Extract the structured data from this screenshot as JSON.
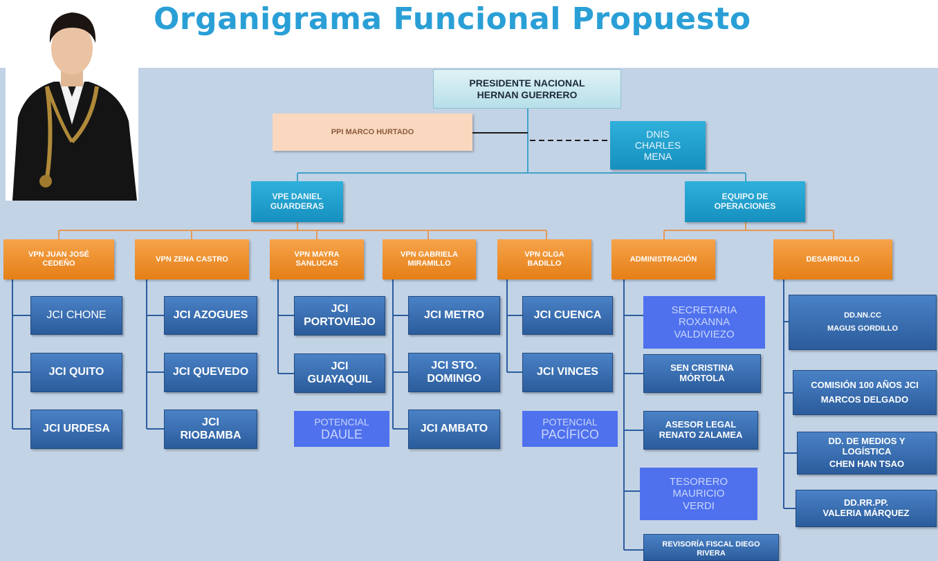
{
  "title": "Organigrama Funcional Propuesto",
  "photo": {
    "description_icon": "person-photo"
  },
  "colors": {
    "title": "#2a9fd6",
    "line_orange": "#e59a52",
    "line_blue": "#3fa2c9",
    "line_dark": "#1a1a1a",
    "background": "#c3d3e6"
  },
  "chart": {
    "president": {
      "line1": "PRESIDENTE NACIONAL",
      "line2": "HERNAN GUERRERO"
    },
    "ppi": "PPI MARCO HURTADO",
    "dnis": {
      "line1": "DNIS",
      "line2": "CHARLES",
      "line3": "MENA"
    },
    "vpe": {
      "line1": "VPE DANIEL",
      "line2": "GUARDERAS"
    },
    "operations": {
      "line1": "EQUIPO  DE",
      "line2": "OPERACIONES"
    },
    "vpn": [
      {
        "line1": "VPN JUAN JOSÉ",
        "line2": "CEDEÑO"
      },
      {
        "line1": "VPN ZENA CASTRO",
        "line2": ""
      },
      {
        "line1": "VPN MAYRA",
        "line2": "SANLUCAS"
      },
      {
        "line1": "VPN GABRIELA",
        "line2": "MIRAMILLO"
      },
      {
        "line1": "VPN OLGA",
        "line2": "BADILLO"
      }
    ],
    "departments": [
      "ADMINISTRACIÓN",
      "DESARROLLO"
    ],
    "chapters": {
      "col1": [
        "JCI CHONE",
        "JCI QUITO",
        "JCI URDESA"
      ],
      "col2": [
        "JCI AZOGUES",
        "JCI QUEVEDO",
        {
          "line1": "JCI",
          "line2": "RIOBAMBA"
        }
      ],
      "col3": [
        {
          "line1": "JCI",
          "line2": "PORTOVIEJO"
        },
        {
          "line1": "JCI",
          "line2": "GUAYAQUIL"
        },
        {
          "line1": "POTENCIAL",
          "line2": "DAULE"
        }
      ],
      "col4": [
        "JCI METRO",
        {
          "line1": "JCI STO.",
          "line2": "DOMINGO"
        },
        "JCI AMBATO"
      ],
      "col5": [
        "JCI CUENCA",
        "JCI VINCES",
        {
          "line1": "POTENCIAL",
          "line2": "PACÍFICO"
        }
      ]
    },
    "administration": [
      {
        "line1": "SECRETARIA",
        "line2": "ROXANNA",
        "line3": "VALDIVIEZO"
      },
      {
        "line1": "SEN CRISTINA",
        "line2": "MÓRTOLA"
      },
      {
        "line1": "ASESOR LEGAL",
        "line2": "RENATO ZALAMEA"
      },
      {
        "line1": "TESORERO",
        "line2": "MAURICIO",
        "line3": "VERDI"
      },
      {
        "line1": "REVISORÍA FISCAL DIEGO",
        "line2": "RIVERA"
      }
    ],
    "development": [
      {
        "line1": "DD.NN.CC",
        "line2": "MAGUS GORDILLO"
      },
      {
        "line1": "COMISIÓN 100 AÑOS JCI",
        "line2": "MARCOS DELGADO"
      },
      {
        "line1": "DD. DE MEDIOS Y",
        "line2": "LOGÍSTICA",
        "line3": "CHEN HAN TSAO"
      },
      {
        "line1": "DD.RR.PP.",
        "line2": "VALERIA MÁRQUEZ"
      }
    ]
  }
}
